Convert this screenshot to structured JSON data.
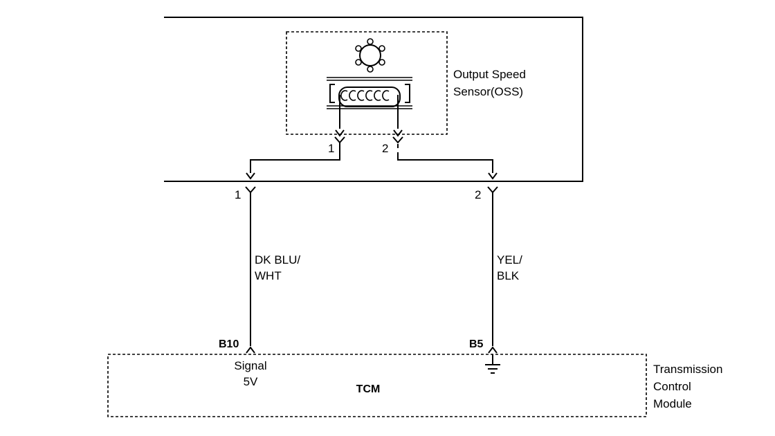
{
  "sensor": {
    "name_line1": "Output Speed",
    "name_line2": "Sensor(OSS)"
  },
  "connectors": {
    "sensor_pin1": "1",
    "sensor_pin2": "2",
    "harness_pin1": "1",
    "harness_pin2": "2"
  },
  "wires": {
    "left_line1": "DK BLU/",
    "left_line2": "WHT",
    "right_line1": "YEL/",
    "right_line2": "BLK"
  },
  "tcm": {
    "pin_left": "B10",
    "pin_right": "B5",
    "signal_line1": "Signal",
    "signal_line2": "5V",
    "label": "TCM",
    "desc_line1": "Transmission",
    "desc_line2": "Control",
    "desc_line3": "Module"
  }
}
